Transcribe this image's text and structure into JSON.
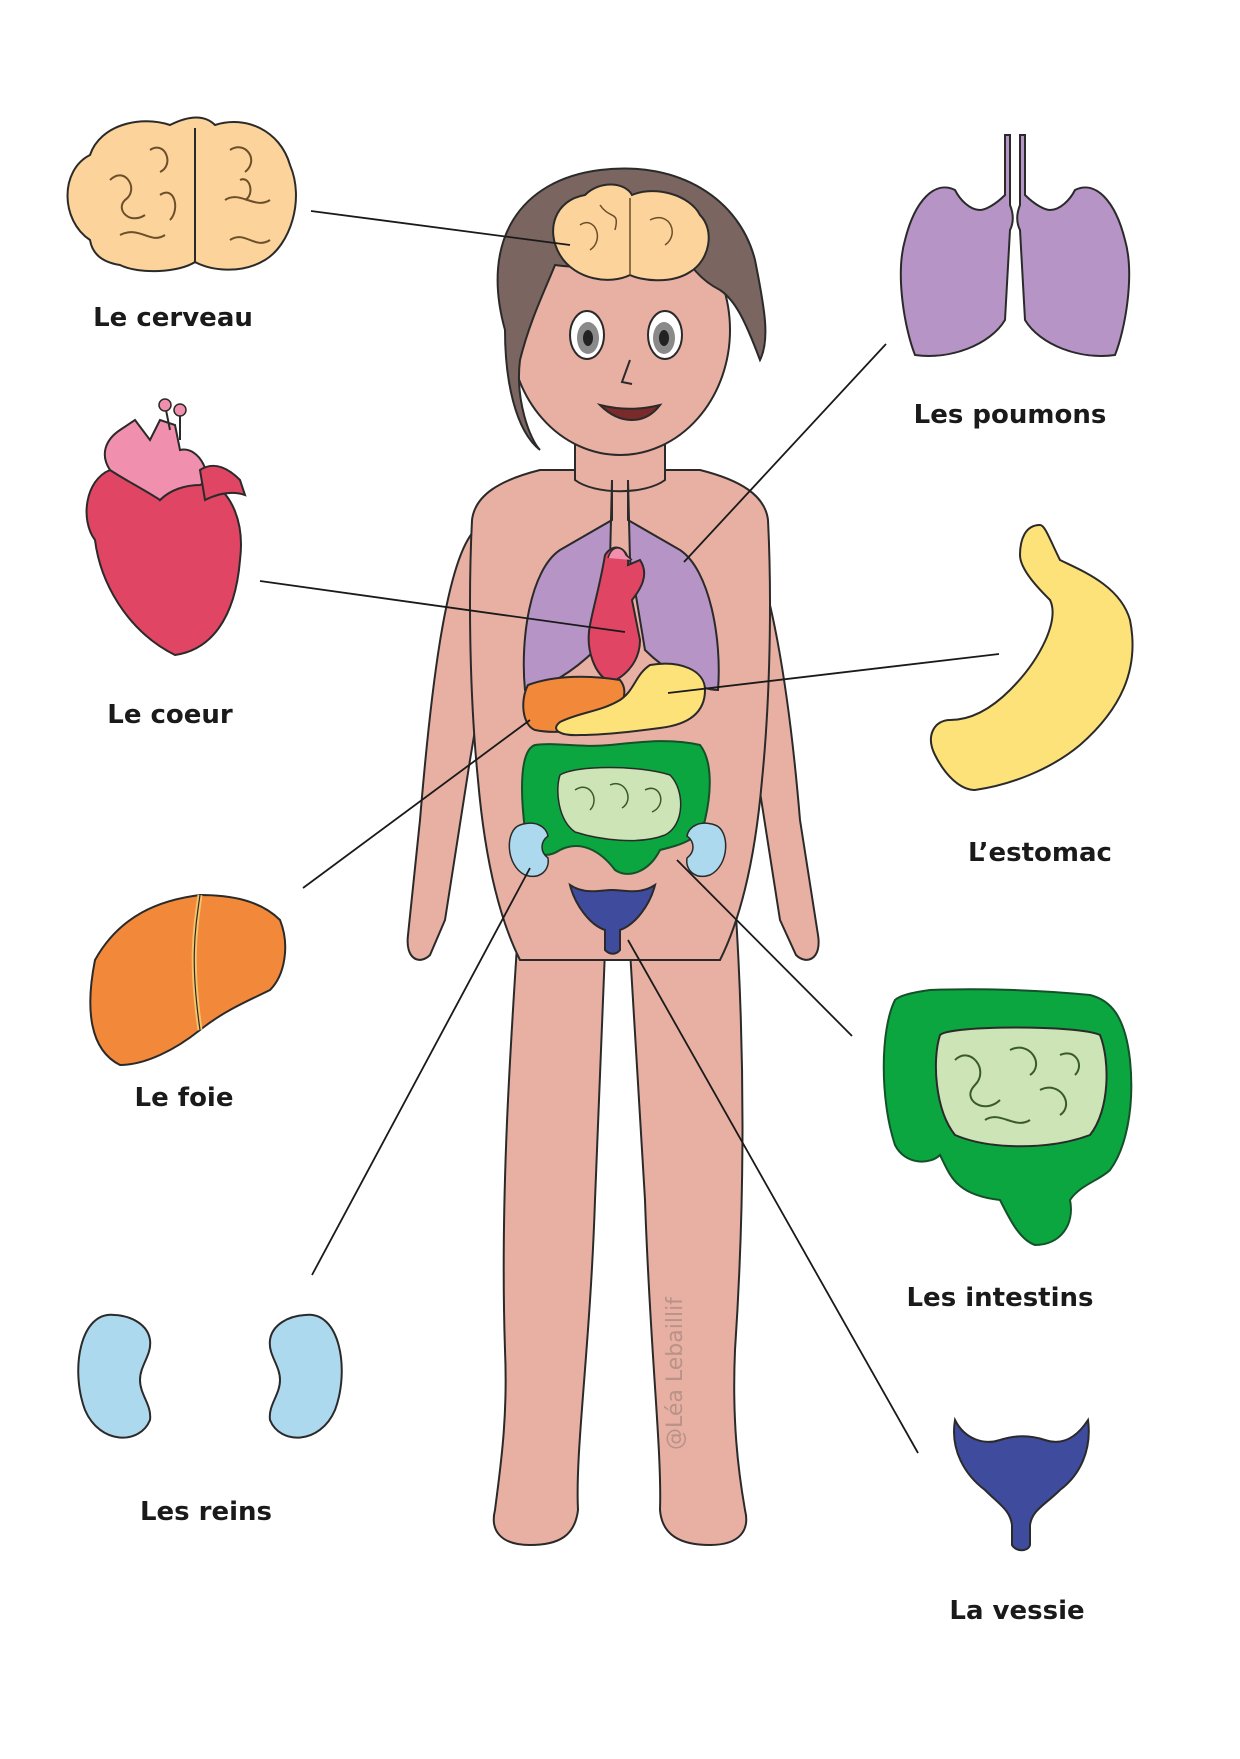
{
  "labels": {
    "brain": "Le cerveau",
    "lungs": "Les poumons",
    "heart": "Le coeur",
    "stomach": "L’estomac",
    "liver": "Le foie",
    "intestines": "Les intestins",
    "kidneys": "Les reins",
    "bladder": "La vessie"
  },
  "watermark": "@Léa Lebaillif",
  "colors": {
    "skin": "#e8b0a3",
    "hair": "#7a6560",
    "brain": "#fcd39a",
    "lungs": "#b695c6",
    "heart": "#e04563",
    "heart_vessels": "#f08fae",
    "stomach": "#fde27a",
    "liver": "#f2893a",
    "large_intestine": "#0ba63f",
    "small_intestine": "#cde4b6",
    "kidney": "#add9ee",
    "bladder": "#3f4c9e",
    "line": "#1a1a1a"
  }
}
